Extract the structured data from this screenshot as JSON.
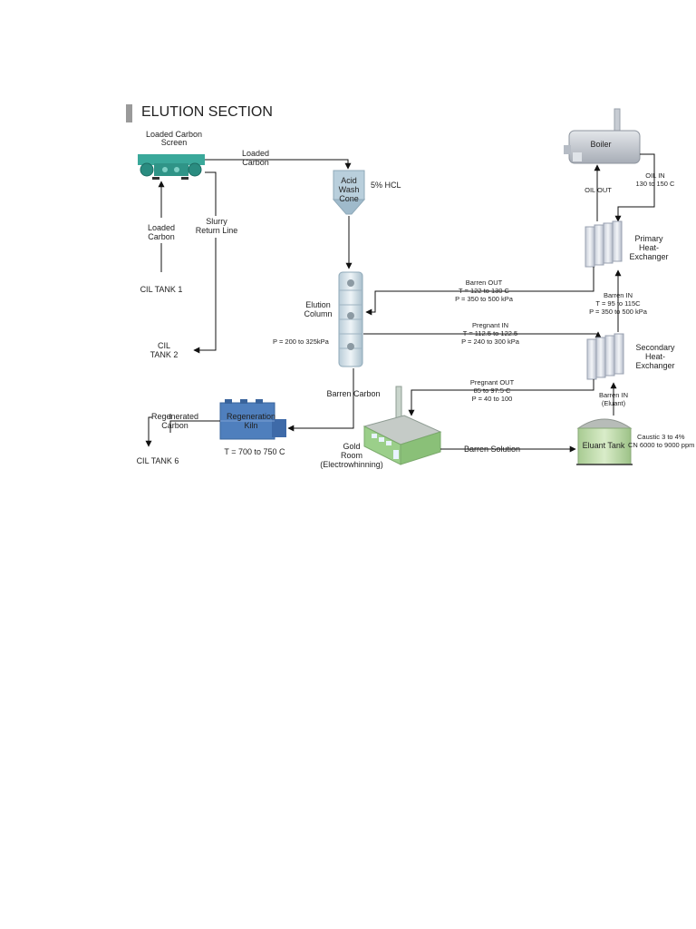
{
  "title": "ELUTION SECTION",
  "equipment": {
    "carbon_screen": [
      "Loaded Carbon",
      "Screen"
    ],
    "acid_wash": [
      "Acid",
      "Wash",
      "Cone"
    ],
    "hcl": "5% HCL",
    "elution_column": [
      "Elution",
      "Column"
    ],
    "elution_pressure": "P = 200 to 325kPa",
    "boiler": "Boiler",
    "primary_hx": [
      "Primary",
      "Heat-",
      "Exchanger"
    ],
    "secondary_hx": [
      "Secondary",
      "Heat-",
      "Exchanger"
    ],
    "regeneration_kiln": [
      "Regeneration",
      "Kiln"
    ],
    "kiln_temp": "T = 700 to 750 C",
    "gold_room": [
      "Gold",
      "Room",
      "(Electrowhinning)"
    ],
    "eluant_tank": "Eluant Tank",
    "eluant_spec": [
      "Caustic  3 to 4%",
      "CN  6000 to 9000 ppm"
    ]
  },
  "streams": {
    "loaded_carbon_top": [
      "Loaded",
      "Carbon"
    ],
    "loaded_carbon_left": [
      "Loaded",
      "Carbon"
    ],
    "slurry_return": [
      "Slurry",
      "Return Line"
    ],
    "cil_tank_1": "CIL TANK 1",
    "cil_tank_2": [
      "CIL",
      "TANK 2"
    ],
    "cil_tank_6": "CIL TANK 6",
    "regenerated_carbon": [
      "Regenerated",
      "Carbon"
    ],
    "barren_carbon": "Barren Carbon",
    "barren_solution": "Barren Solution",
    "oil_out": "OIL OUT",
    "oil_in": [
      "OIL IN",
      "130 to 150 C"
    ],
    "barren_out": [
      "Barren OUT",
      "T = 122 to 130 C",
      "P = 350 to 500 kPa"
    ],
    "barren_in": [
      "Barren IN",
      "T = 95 to 115C",
      "P = 350 to 500 kPa"
    ],
    "pregnant_in": [
      "Pregnant IN",
      "T = 112.5 to 122.5",
      "P = 240 to 300 kPa"
    ],
    "pregnant_out": [
      "Pregnant OUT",
      "85 to 97.5 C",
      "P = 40 to 100"
    ],
    "barren_in_eluant": [
      "Barren IN",
      "(Eluant)"
    ]
  },
  "colors": {
    "screen": "#3aa89a",
    "acid_cone": "#b9cfdc",
    "column": "#d5e4ec",
    "boiler": "#c7ccd3",
    "hx": "#d8dde6",
    "kiln": "#4f7fbd",
    "gold_room": "#9bcf8a",
    "eluant_tank": "#c5dfb3"
  }
}
